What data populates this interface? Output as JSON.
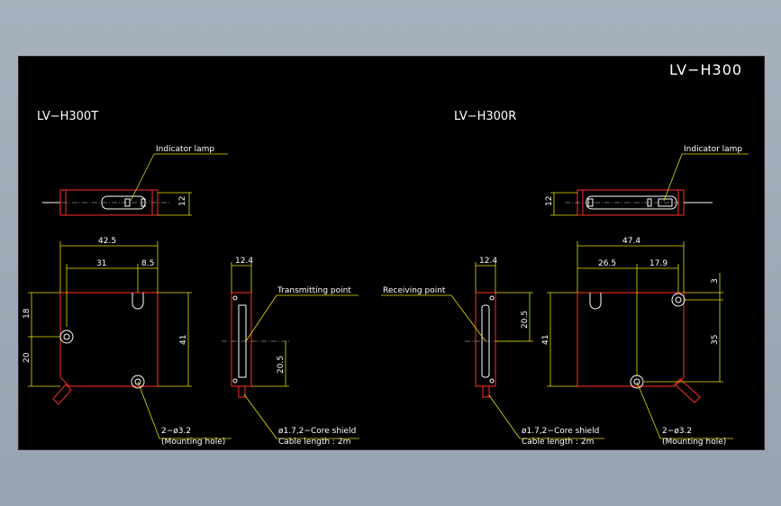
{
  "drawing_title": "LV−H300",
  "left": {
    "title": "LV−H300T",
    "indicator_label": "Indicator lamp",
    "point_label": "Transmitting point",
    "dims": {
      "top_height": "12",
      "width_total": "42.5",
      "width_a": "31",
      "width_b": "8.5",
      "h_a": "18",
      "h_b": "20",
      "h_total": "41",
      "side_w": "12.4",
      "side_h": "20.5"
    },
    "hole_note": "2−ø3.2",
    "hole_note2": "(Mounting hole)",
    "cable_note": "ø1.7,2−Core shield",
    "cable_note2": "Cable length : 2m"
  },
  "right": {
    "title": "LV−H300R",
    "indicator_label": "Indicator lamp",
    "point_label": "Receiving point",
    "dims": {
      "top_height": "12",
      "width_total": "47.4",
      "width_a": "26.5",
      "width_b": "17.9",
      "h_a": "3",
      "h_b": "35",
      "h_total": "41",
      "side_w": "12.4",
      "side_h": "20.5"
    },
    "hole_note": "2−ø3.2",
    "hole_note2": "(Mounting hole)",
    "cable_note": "ø1.7,2−Core shield",
    "cable_note2": "Cable length : 2m"
  }
}
